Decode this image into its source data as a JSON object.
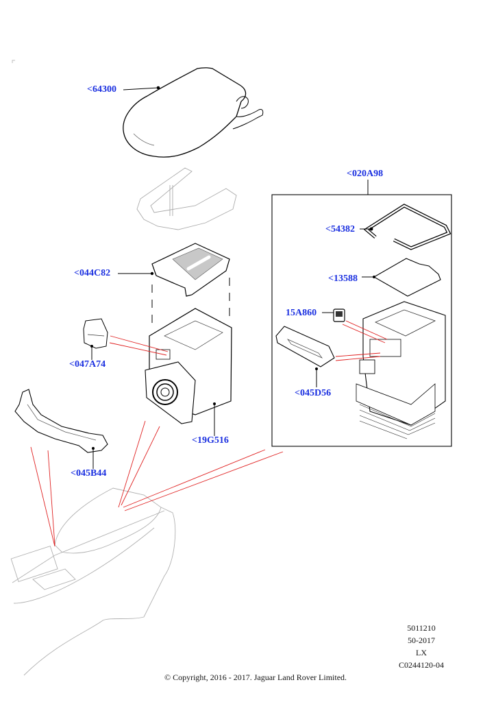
{
  "diagram": {
    "callouts": [
      {
        "id": "64300",
        "label": "<64300",
        "part": "armrest-cover"
      },
      {
        "id": "020A98",
        "label": "<020A98",
        "part": "cool-box-assembly"
      },
      {
        "id": "54382",
        "label": "<54382",
        "part": "seal"
      },
      {
        "id": "13588",
        "label": "<13588",
        "part": "lid-pad"
      },
      {
        "id": "044C82",
        "label": "<044C82",
        "part": "console-top-finisher"
      },
      {
        "id": "15A860",
        "label": "15A860",
        "part": "switch"
      },
      {
        "id": "047A74",
        "label": "<047A74",
        "part": "bracket"
      },
      {
        "id": "045D56",
        "label": "<045D56",
        "part": "trim-panel"
      },
      {
        "id": "19G516",
        "label": "<19G516",
        "part": "cool-box-housing"
      },
      {
        "id": "045B44",
        "label": "<045B44",
        "part": "console-rail"
      }
    ],
    "meta_block": [
      "5011210",
      "50-2017",
      "LX",
      "C0244120-04"
    ],
    "copyright": "© Copyright, 2016 - 2017. Jaguar Land Rover Limited."
  },
  "colors": {
    "callout_text": "#1a2fe0",
    "leader_line": "#000000",
    "reference_line": "#e02020",
    "ghost_outline": "#b0b0b0"
  }
}
